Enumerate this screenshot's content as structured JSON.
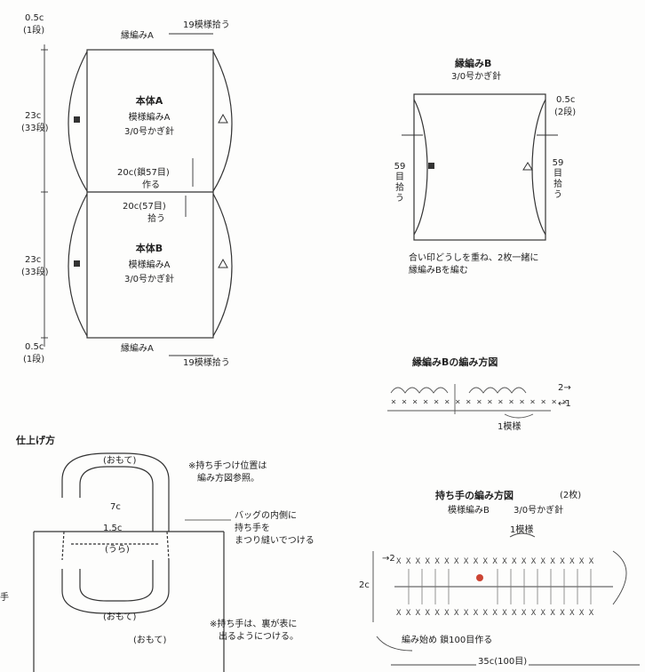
{
  "main_diagram": {
    "border_label_top": "縁編みA",
    "border_label_bottom": "縁編みA",
    "pickup_top": "19模様拾う",
    "pickup_bottom": "19模様拾う",
    "edge_top_len": "0.5c",
    "edge_top_rows": "(1段)",
    "edge_bottom_len": "0.5c",
    "edge_bottom_rows": "(1段)",
    "body_a_height": "23c",
    "body_a_rows": "(33段)",
    "body_b_height": "23c",
    "body_b_rows": "(33段)",
    "body_a": {
      "title": "本体A",
      "pattern": "模様編みA",
      "hook": "3/0号かぎ針"
    },
    "body_b": {
      "title": "本体B",
      "pattern": "模様編みA",
      "hook": "3/0号かぎ針"
    },
    "make_width": "20c(鎖57目)",
    "make_action": "作る",
    "pick_width": "20c(57目)",
    "pick_action": "拾う"
  },
  "border_b": {
    "title": "縁編みB",
    "hook": "3/0号かぎ針",
    "edge_len": "0.5c",
    "edge_rows": "(2段)",
    "left_pick": [
      "59",
      "目",
      "拾",
      "う"
    ],
    "right_pick": [
      "59",
      "目",
      "拾",
      "う"
    ],
    "note_line1": "合い印どうしを重ね、2枚一緒に",
    "note_line2": "縁編みBを編む"
  },
  "border_b_chart": {
    "title": "縁編みBの編み方図",
    "row2": "2→",
    "row1": "←1",
    "repeat": "1模様"
  },
  "finishing": {
    "title": "仕上げ方",
    "omote_top": "(おもて)",
    "ura": "(うら)",
    "omote_bottom": "(おもて)",
    "omote_bag": "(おもて)",
    "width_7c": "7c",
    "width_15c": "1.5c",
    "note1_line1": "※持ち手つけ位置は",
    "note1_line2": "編み方図参照。",
    "note2_line1": "バッグの内側に",
    "note2_line2": "持ち手を",
    "note2_line3": "まつり縫いでつける",
    "note3_line1": "※持ち手は、裏が表に",
    "note3_line2": "出るようにつける。",
    "left_label": "手"
  },
  "handle_chart": {
    "title": "持ち手の編み方図",
    "count": "(2枚)",
    "pattern": "模様編みB",
    "hook": "3/0号かぎ針",
    "repeat": "1模様",
    "height": "2c",
    "row_mark": "→2",
    "start": "編み始め 鎖100目作る",
    "length": "35c(100目)"
  }
}
